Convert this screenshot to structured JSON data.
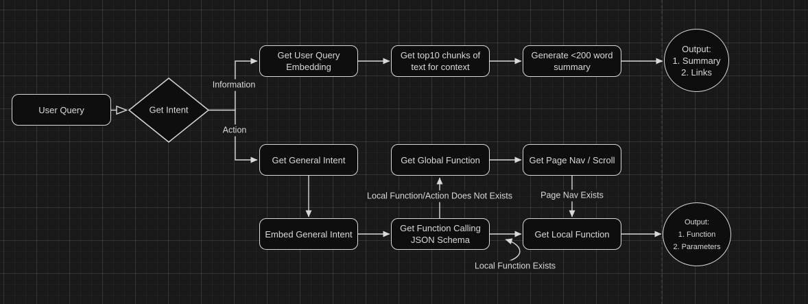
{
  "canvas": {
    "colors": {
      "canvas_bg": "#191919",
      "node_fill": "#0e0e0e",
      "stroke": "#d9d9d9",
      "text": "#d9d9d9",
      "page_line": "#4a4a4a"
    }
  },
  "nodes": {
    "user_query": {
      "lines": [
        "User Query"
      ]
    },
    "get_intent": {
      "label": "Get Intent"
    },
    "get_user_query_embedding": {
      "lines": [
        "Get User Query",
        "Embedding"
      ]
    },
    "get_top10_chunks": {
      "lines": [
        "Get top10 chunks of",
        "text for context"
      ]
    },
    "generate_summary": {
      "lines": [
        "Generate <200 word",
        "summary"
      ]
    },
    "output_summary": {
      "lines": [
        "Output:",
        "1. Summary",
        "2. Links"
      ]
    },
    "get_general_intent": {
      "lines": [
        "Get General Intent"
      ]
    },
    "get_global_function": {
      "lines": [
        "Get Global Function"
      ]
    },
    "get_page_nav_scroll": {
      "lines": [
        "Get Page Nav / Scroll"
      ]
    },
    "embed_general_intent": {
      "lines": [
        "Embed General Intent"
      ]
    },
    "get_function_calling_json_schema": {
      "lines": [
        "Get Function Calling",
        "JSON Schema"
      ]
    },
    "get_local_function": {
      "lines": [
        "Get Local Function"
      ]
    },
    "output_function": {
      "lines": [
        "Output:",
        "1. Function",
        "2. Parameters"
      ]
    }
  },
  "edge_labels": {
    "information": "Information",
    "action": "Action",
    "local_function_action_does_not_exists": "Local Function/Action Does Not Exists",
    "page_nav_exists": "Page Nav Exists",
    "local_function_exists": "Local Function Exists"
  }
}
